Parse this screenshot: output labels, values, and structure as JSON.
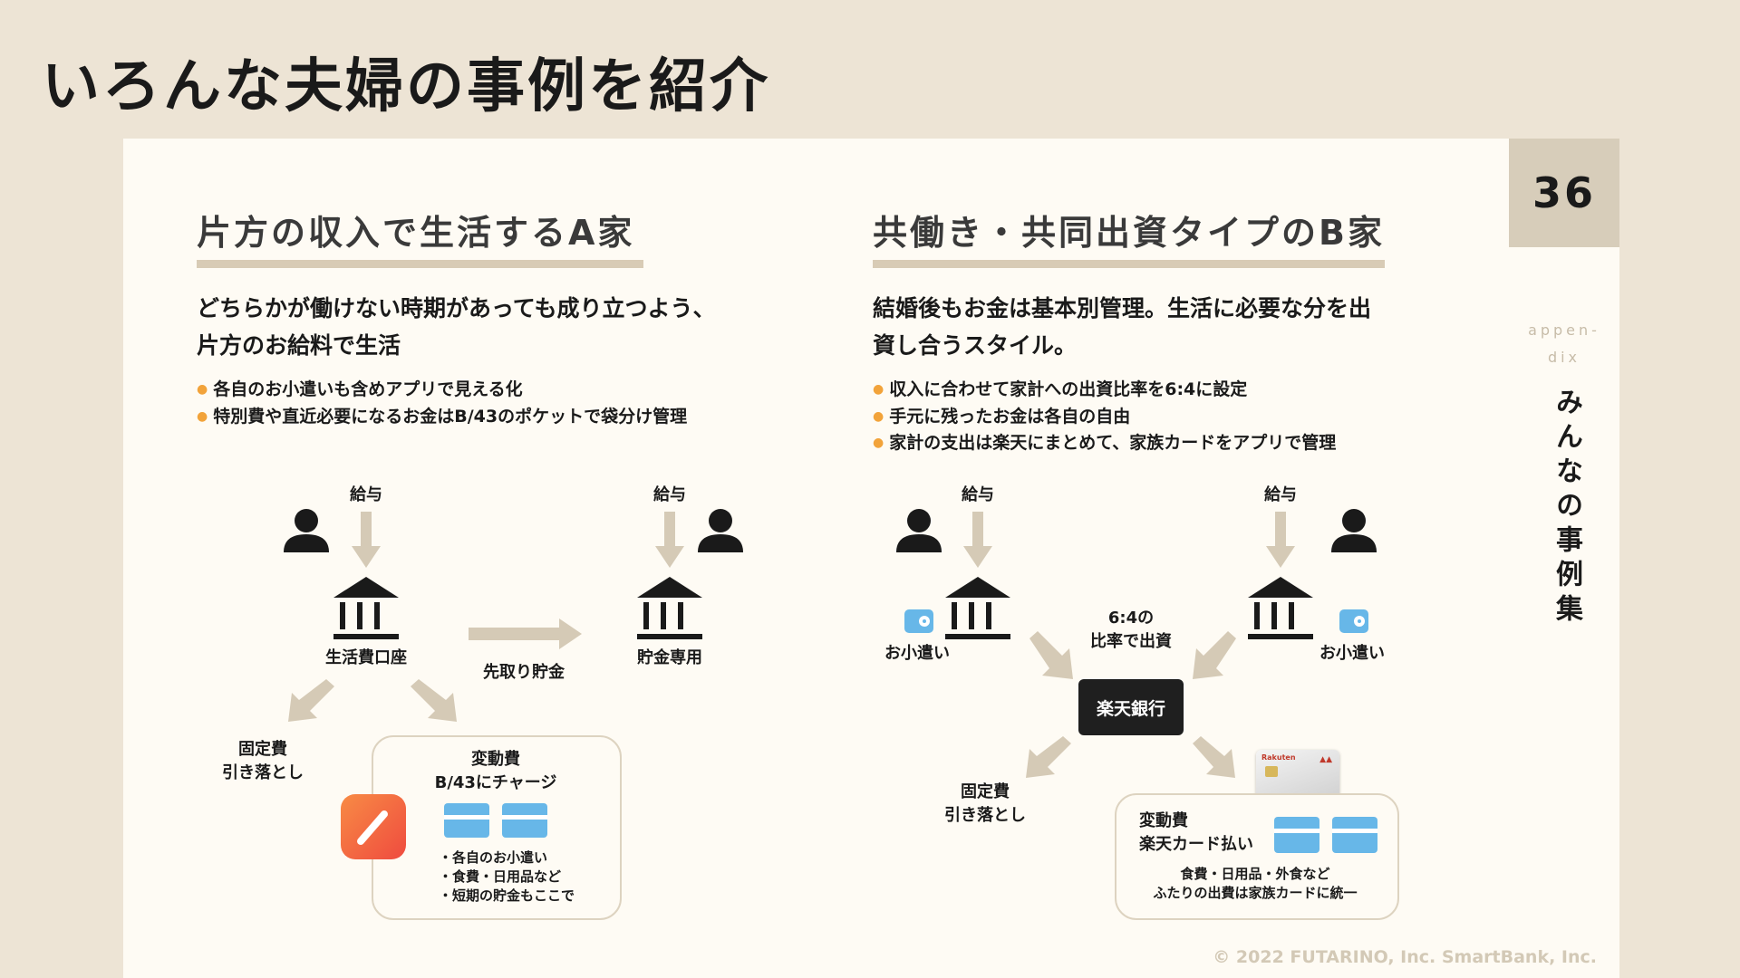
{
  "page": {
    "title": "いろんな夫婦の事例を紹介",
    "page_number": "36",
    "appendix_line1": "appen-",
    "appendix_line2": "dix",
    "vertical_title": "みんなの事例集",
    "copyright": "© 2022 FUTARINO, Inc.  SmartBank, Inc."
  },
  "colors": {
    "background": "#ede4d5",
    "card": "#fefbf4",
    "accent_bar": "#d8cbb5",
    "bullet": "#f2a33a",
    "arrow": "#d5cab6",
    "payment_card": "#67b7e8"
  },
  "section_a": {
    "title": "片方の収入で生活するA家",
    "lead_line1": "どちらかが働けない時期があっても成り立つよう、",
    "lead_line2": "片方のお給料で生活",
    "bullets": [
      "各自のお小遣いも含めアプリで見える化",
      "特別費や直近必要になるお金はB/43のポケットで袋分け管理"
    ],
    "diagram": {
      "salary_left": "給与",
      "salary_right": "給与",
      "account_living": "生活費口座",
      "account_savings": "貯金専用",
      "transfer_label": "先取り貯金",
      "fixed_line1": "固定費",
      "fixed_line2": "引き落とし",
      "variable_line1": "変動費",
      "variable_line2": "B/43にチャージ",
      "variable_items": [
        "・各自のお小遣い",
        "・食費・日用品など",
        "・短期の貯金もここで"
      ]
    }
  },
  "section_b": {
    "title": "共働き・共同出資タイプのB家",
    "lead_line1": "結婚後もお金は基本別管理。生活に必要な分を出",
    "lead_line2": "資し合うスタイル。",
    "bullets": [
      "収入に合わせて家計への出資比率を6:4に設定",
      "手元に残ったお金は各自の自由",
      "家計の支出は楽天にまとめて、家族カードをアプリで管理"
    ],
    "diagram": {
      "salary_left": "給与",
      "salary_right": "給与",
      "allowance_left": "お小遣い",
      "allowance_right": "お小遣い",
      "ratio_line1": "6:4の",
      "ratio_line2": "比率で出資",
      "bank_name": "楽天銀行",
      "fixed_line1": "固定費",
      "fixed_line2": "引き落とし",
      "variable_line1": "変動費",
      "variable_line2": "楽天カード払い",
      "variable_note1": "食費・日用品・外食など",
      "variable_note2": "ふたりの出費は家族カードに統一",
      "card_logo": "Rakuten"
    }
  }
}
